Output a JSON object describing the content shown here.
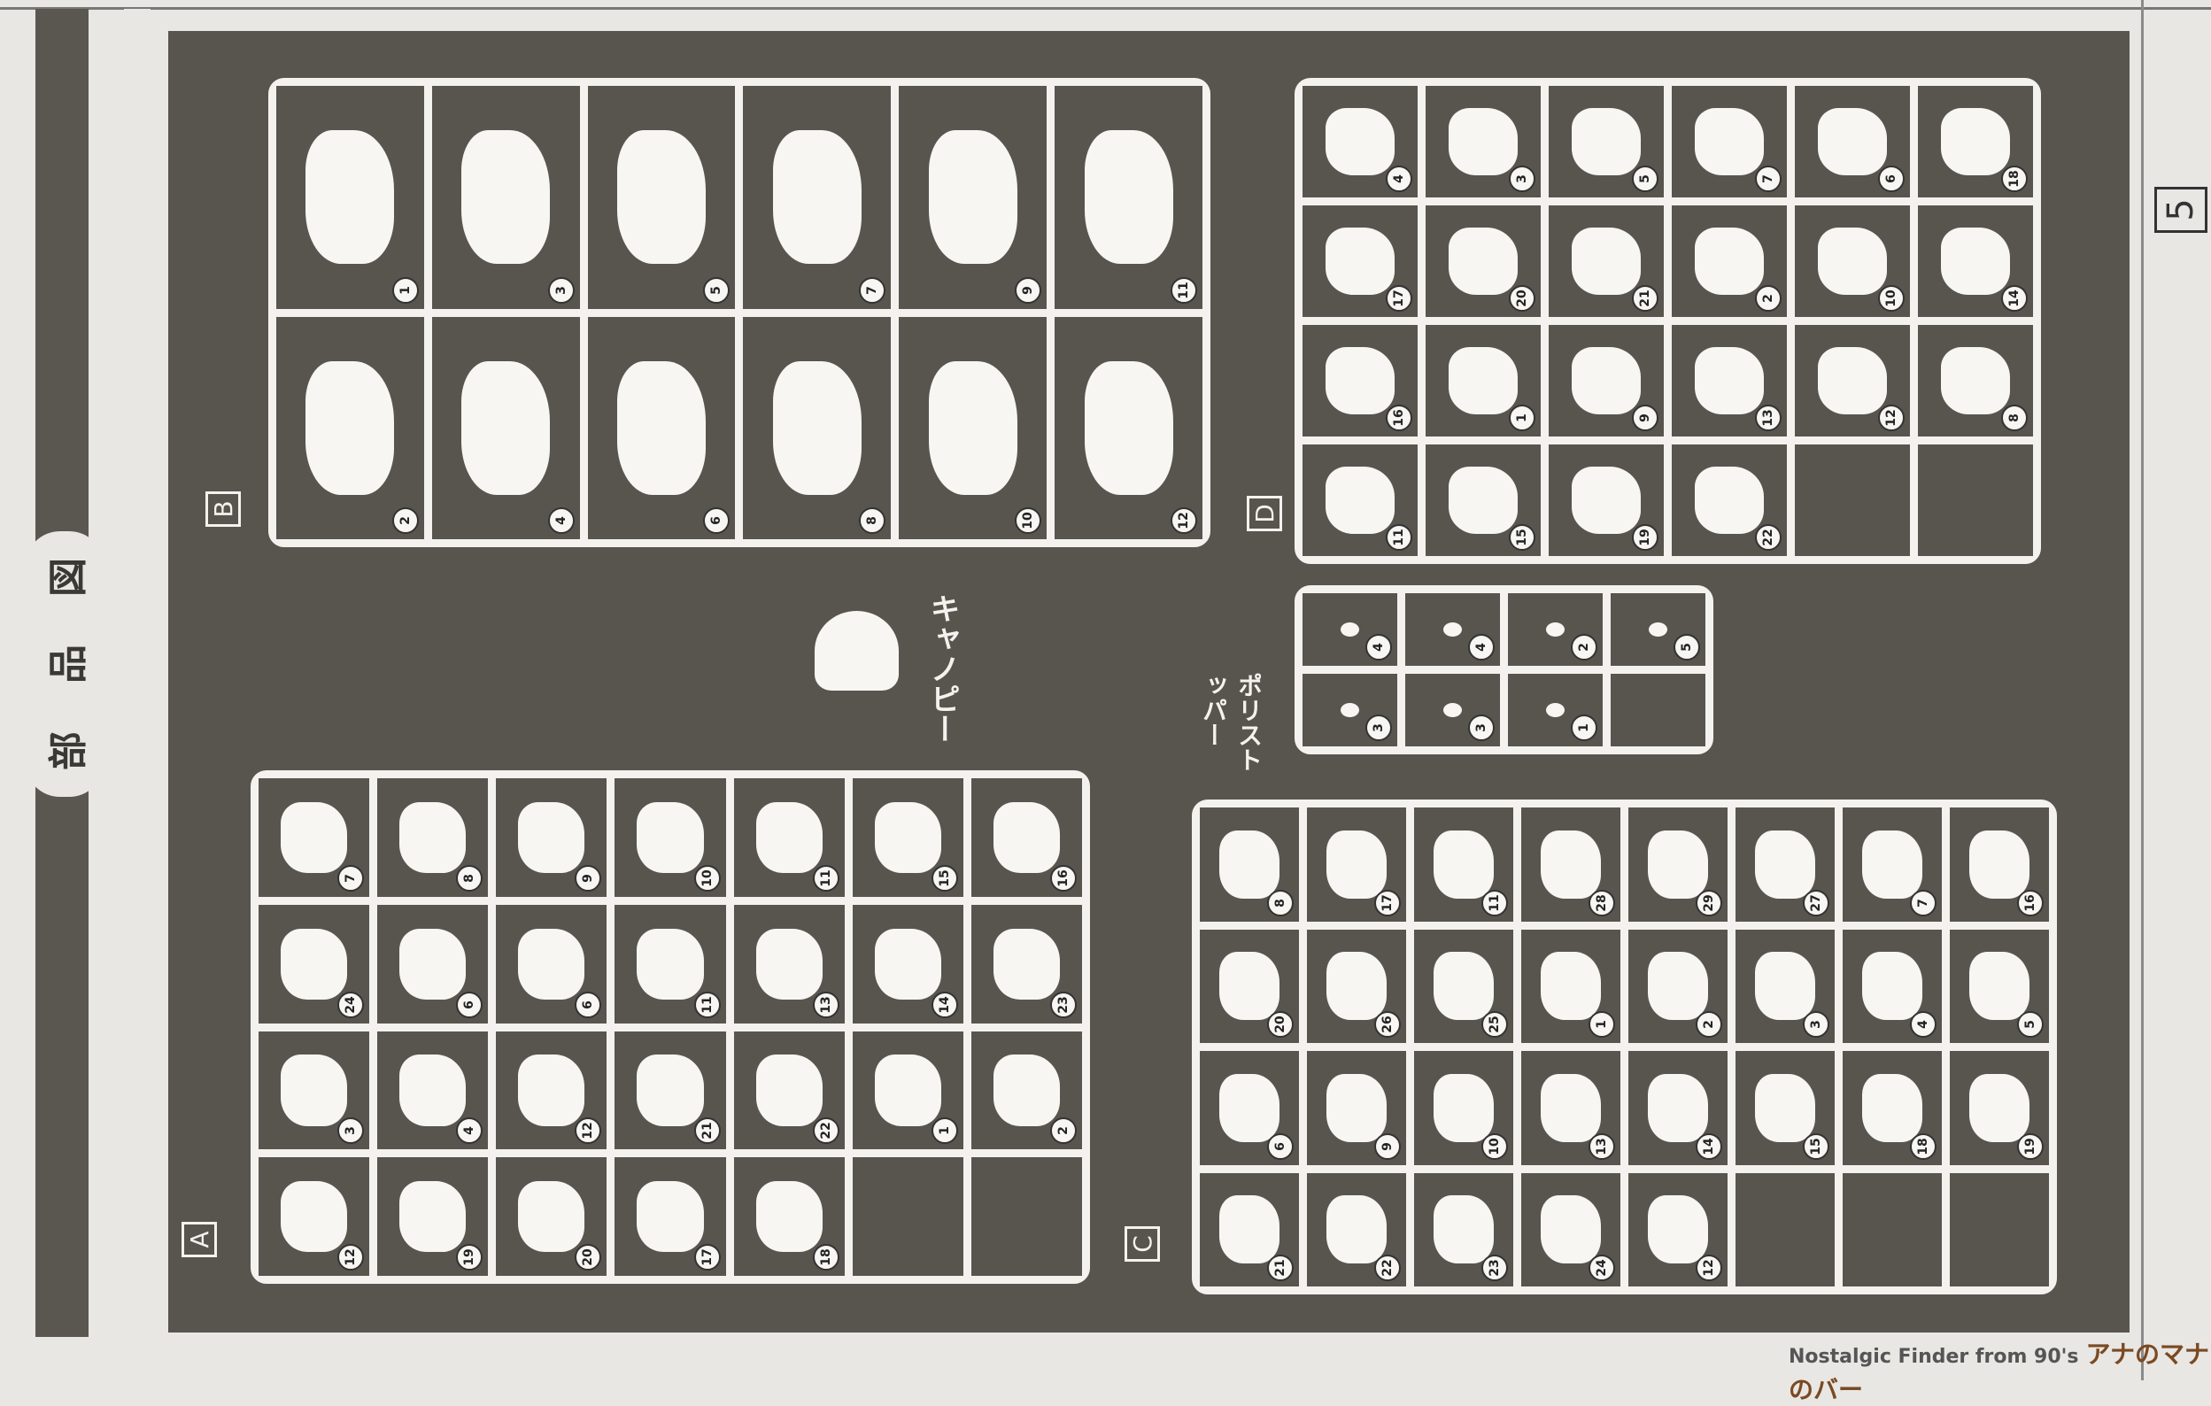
{
  "title": [
    "部",
    "品",
    "図"
  ],
  "page_number": "5",
  "canopy_label": "キャノピー",
  "polycap_label": "ポリストッパー",
  "watermark": {
    "text": "Nostalgic Finder from 90's",
    "logo": "アナのマナのバー"
  },
  "sprues": {
    "A": {
      "letter": "A",
      "parts": [
        "7",
        "8",
        "9",
        "10",
        "11",
        "15",
        "16",
        "24",
        "6",
        "6",
        "11",
        "13",
        "14",
        "23",
        "3",
        "4",
        "12",
        "21",
        "22",
        "1",
        "2",
        "12",
        "19",
        "20",
        "17",
        "18"
      ]
    },
    "B": {
      "letter": "B",
      "parts": [
        "1",
        "3",
        "5",
        "7",
        "9",
        "11",
        "2",
        "4",
        "6",
        "8",
        "10",
        "12"
      ]
    },
    "C": {
      "letter": "C",
      "parts": [
        "8",
        "17",
        "11",
        "28",
        "29",
        "27",
        "7",
        "16",
        "20",
        "26",
        "25",
        "1",
        "2",
        "3",
        "4",
        "5",
        "6",
        "9",
        "10",
        "13",
        "14",
        "15",
        "18",
        "19",
        "21",
        "22",
        "23",
        "24",
        "12"
      ]
    },
    "D": {
      "letter": "D",
      "parts": [
        "4",
        "3",
        "5",
        "7",
        "6",
        "18",
        "17",
        "20",
        "21",
        "2",
        "10",
        "14",
        "16",
        "1",
        "9",
        "13",
        "12",
        "8",
        "11",
        "15",
        "19",
        "22"
      ]
    },
    "P": {
      "letter": "",
      "parts": [
        "4",
        "4",
        "2",
        "5",
        "3",
        "3",
        "1"
      ]
    }
  }
}
